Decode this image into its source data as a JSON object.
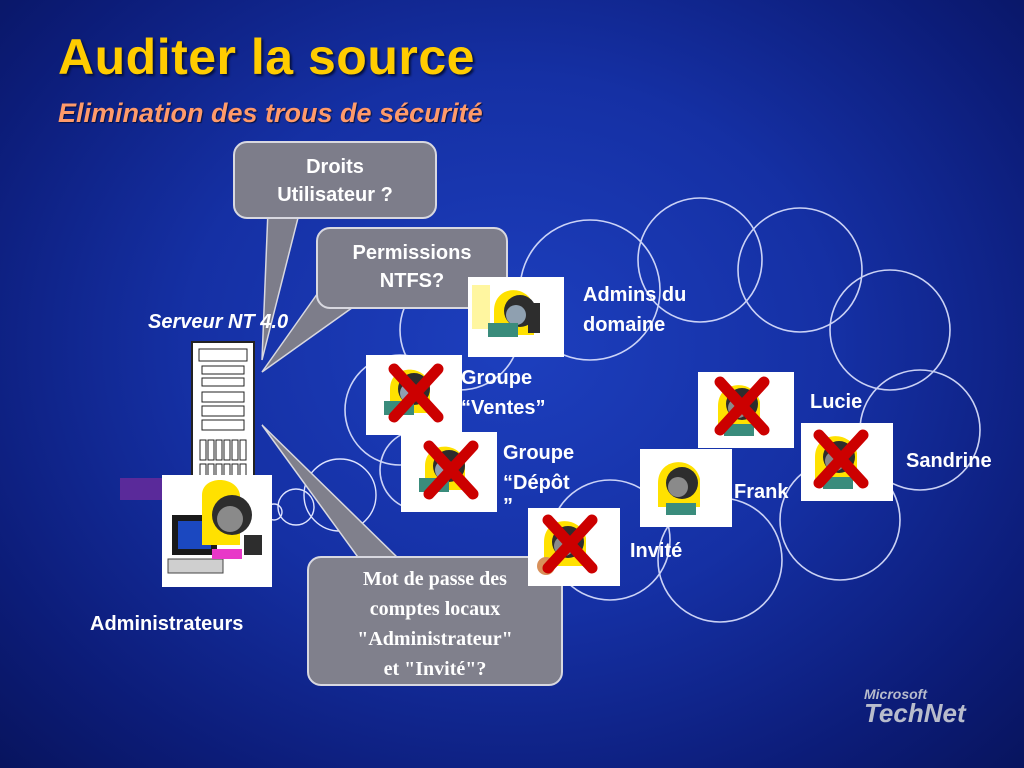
{
  "slide": {
    "title": "Auditer la source",
    "subtitle": "Elimination des trous de sécurité"
  },
  "callouts": {
    "droits": {
      "line1": "Droits",
      "line2": "Utilisateur ?"
    },
    "permissions": {
      "line1": "Permissions",
      "line2": "NTFS?"
    },
    "password": {
      "line1": "Mot de passe des",
      "line2": "comptes locaux",
      "line3": "\"Administrateur\"",
      "line4": "et \"Invité\"?"
    }
  },
  "server": {
    "label": "Serveur NT 4.0",
    "icon": "server-tower-icon"
  },
  "groups": {
    "admins_domaine": {
      "line1": "Admins du",
      "line2": "domaine",
      "icon": "user-group-icon"
    },
    "ventes": {
      "line1": "Groupe",
      "line2": "“Ventes”",
      "icon": "user-group-icon",
      "crossed": true
    },
    "depot": {
      "line1": "Groupe",
      "line2": "“Dépôt",
      "line3": "”",
      "icon": "user-group-icon",
      "crossed": true
    },
    "administrateurs": {
      "label": "Administrateurs",
      "icon": "admin-computer-icon"
    }
  },
  "users": {
    "lucie": {
      "label": "Lucie",
      "crossed": true
    },
    "sandrine": {
      "label": "Sandrine",
      "crossed": true
    },
    "frank": {
      "label": "Frank",
      "crossed": false
    },
    "invite": {
      "label": "Invité",
      "crossed": true
    }
  },
  "logo": {
    "microsoft": "Microsoft",
    "technet": "TechNet"
  },
  "colors": {
    "title": "#ffcc00",
    "subtitle": "#ff9a6a",
    "cross": "#cc0000",
    "callout": "#7d7d8a",
    "bar": "#5a2a9a"
  }
}
